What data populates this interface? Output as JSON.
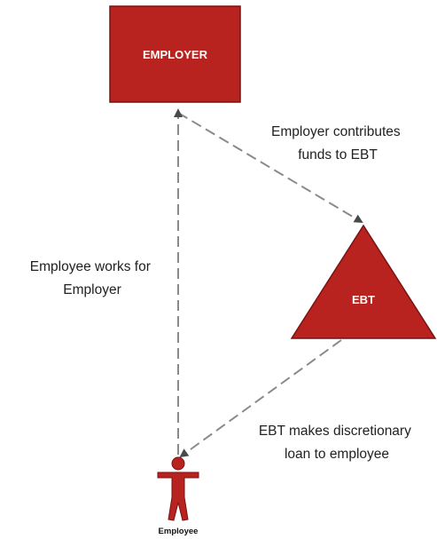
{
  "colors": {
    "node_fill": "#b8231f",
    "node_stroke": "#7a1210",
    "connector": "#8a8a8a",
    "arrowhead": "#4a4a4a"
  },
  "nodes": {
    "employer": {
      "label": "EMPLOYER",
      "shape": "rectangle"
    },
    "ebt": {
      "label": "EBT",
      "shape": "triangle"
    },
    "employee": {
      "label": "Employee",
      "shape": "person-icon"
    }
  },
  "edges": {
    "employer_to_ebt": {
      "label_lines": [
        "Employer contributes",
        "funds to EBT"
      ]
    },
    "employee_to_employer": {
      "label_lines": [
        "Employee works for",
        "Employer"
      ]
    },
    "ebt_to_employee": {
      "label_lines": [
        "EBT makes discretionary",
        "loan to  employee"
      ]
    }
  }
}
